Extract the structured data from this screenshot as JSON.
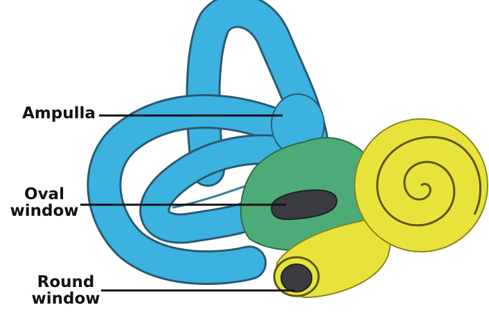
{
  "labels": {
    "ampulla": "Ampulla",
    "oval_window": "Oval\nwindow",
    "round_window": "Round\nwindow"
  },
  "colors": {
    "semicircular_canals": "#3bb2e0",
    "vestibule": "#4dab78",
    "cochlea": "#e8e33a",
    "window_fill": "#3a3c42",
    "outline": "#2a4c5c",
    "leader_line": "#111111"
  }
}
